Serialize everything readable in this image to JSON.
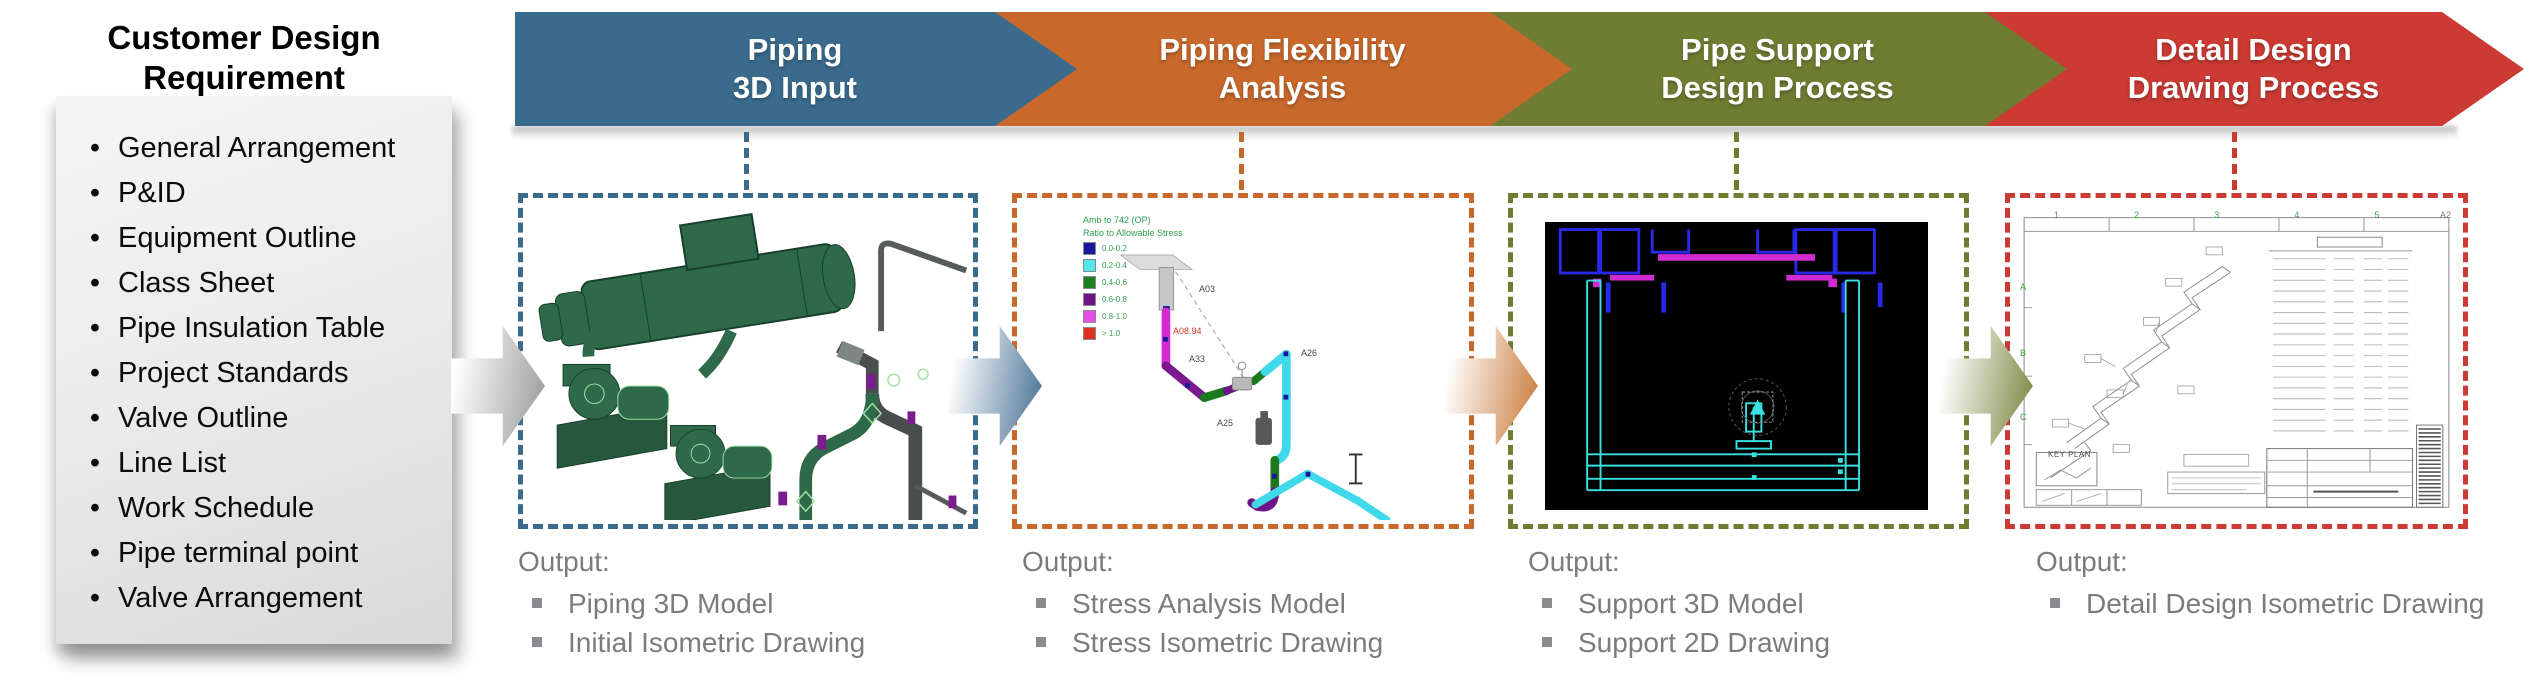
{
  "requirements": {
    "title": "Customer Design Requirement",
    "items": [
      "General Arrangement",
      "P&ID",
      "Equipment Outline",
      "Class Sheet",
      "Pipe Insulation Table",
      "Project Standards",
      "Valve Outline",
      "Line List",
      "Work Schedule",
      "Pipe terminal point",
      "Valve Arrangement"
    ]
  },
  "output_label": "Output:",
  "stages": [
    {
      "title1": "Piping",
      "title2": "3D Input",
      "color": "#3a6b8d",
      "output_items": [
        "Piping 3D Model",
        "Initial Isometric Drawing"
      ]
    },
    {
      "title1": "Piping Flexibility",
      "title2": "Analysis",
      "color": "#c8682b",
      "output_items": [
        "Stress Analysis Model",
        "Stress Isometric Drawing"
      ]
    },
    {
      "title1": "Pipe Support",
      "title2": "Design Process",
      "color": "#6f7d33",
      "output_items": [
        "Support 3D Model",
        "Support 2D Drawing"
      ]
    },
    {
      "title1": "Detail Design",
      "title2": "Drawing Process",
      "color": "#cb3a33",
      "output_items": [
        "Detail Design Isometric Drawing"
      ]
    }
  ],
  "flow_arrow_colors": [
    "#9c9c9c",
    "#4a7396",
    "#c97c3e",
    "#7d8742"
  ],
  "stress_legend": {
    "title_line1": "Amb to 742 (OP)",
    "title_line2": "Ratio to Allowable Stress",
    "entries": [
      {
        "color": "#18189c",
        "label": "0.0-0.2"
      },
      {
        "color": "#52e8ea",
        "label": "0.2-0.4"
      },
      {
        "color": "#1f7d22",
        "label": "0.4-0.6"
      },
      {
        "color": "#6d1586",
        "label": "0.6-0.8"
      },
      {
        "color": "#e84fe8",
        "label": "0.8-1.0"
      },
      {
        "color": "#e03222",
        "label": "> 1.0"
      }
    ],
    "node_labels": {
      "top": "A03",
      "upper": "A33",
      "overstress": "A08.94",
      "junction": "A25",
      "corner": "A26"
    }
  },
  "drawing_sheet": {
    "column_labels": [
      "1",
      "2",
      "3",
      "4",
      "5"
    ],
    "row_labels": [
      "A",
      "B",
      "C"
    ],
    "corner_label": "A2",
    "key_plan_label": "KEY PLAN"
  }
}
